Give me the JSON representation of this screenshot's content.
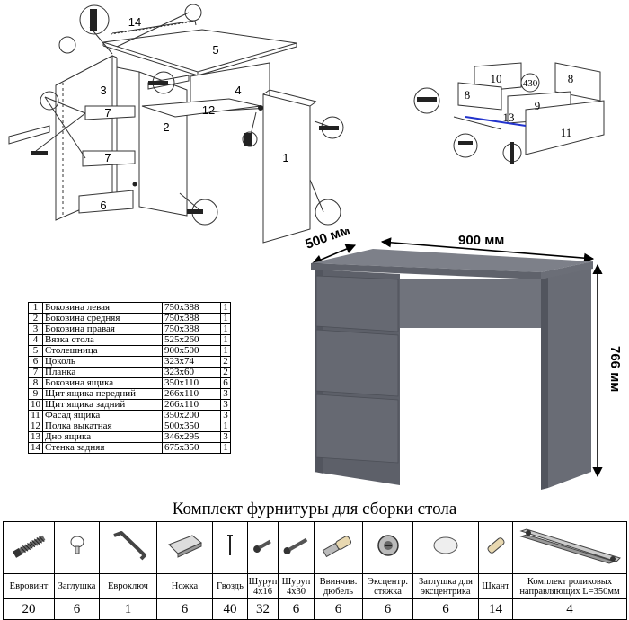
{
  "diagram": {
    "part_labels": [
      "1",
      "2",
      "3",
      "4",
      "5",
      "6",
      "7",
      "7",
      "12",
      "14"
    ],
    "drawer_labels": [
      "8",
      "8",
      "9",
      "10",
      "11",
      "13",
      "430"
    ]
  },
  "dimensions": {
    "depth": "500 мм",
    "width": "900 мм",
    "height": "766 мм"
  },
  "parts": [
    {
      "num": "1",
      "name": "Боковина левая",
      "size": "750x388",
      "qty": "1"
    },
    {
      "num": "2",
      "name": "Боковина средняя",
      "size": "750x388",
      "qty": "1"
    },
    {
      "num": "3",
      "name": "Боковина правая",
      "size": "750x388",
      "qty": "1"
    },
    {
      "num": "4",
      "name": "Вязка стола",
      "size": "525x260",
      "qty": "1"
    },
    {
      "num": "5",
      "name": "Столешница",
      "size": "900x500",
      "qty": "1"
    },
    {
      "num": "6",
      "name": "Цоколь",
      "size": "323x74",
      "qty": "2"
    },
    {
      "num": "7",
      "name": "Планка",
      "size": "323x60",
      "qty": "2"
    },
    {
      "num": "8",
      "name": "Боковина ящика",
      "size": "350x110",
      "qty": "6"
    },
    {
      "num": "9",
      "name": "Щит ящика передний",
      "size": "266x110",
      "qty": "3"
    },
    {
      "num": "10",
      "name": "Щит ящика задний",
      "size": "266x110",
      "qty": "3"
    },
    {
      "num": "11",
      "name": "Фасад ящика",
      "size": "350x200",
      "qty": "3"
    },
    {
      "num": "12",
      "name": "Полка выкатная",
      "size": "500x350",
      "qty": "1"
    },
    {
      "num": "13",
      "name": "Дно ящика",
      "size": "346x295",
      "qty": "3"
    },
    {
      "num": "14",
      "name": "Стенка задняя",
      "size": "675x350",
      "qty": "1"
    }
  ],
  "hardware": {
    "title": "Комплект фурнитуры для сборки стола",
    "items": [
      {
        "icon": "screw-icon",
        "name1": "Евровинт",
        "name2": "",
        "count": "20"
      },
      {
        "icon": "cap-icon",
        "name1": "Заглушка",
        "name2": "",
        "count": "6"
      },
      {
        "icon": "hex-key-icon",
        "name1": "Евроключ",
        "name2": "",
        "count": "1"
      },
      {
        "icon": "foot-icon",
        "name1": "Ножка",
        "name2": "",
        "count": "6"
      },
      {
        "icon": "nail-icon",
        "name1": "Гвоздь",
        "name2": "",
        "count": "40"
      },
      {
        "icon": "screw-small-icon",
        "name1": "Шуруп",
        "name2": "4x16",
        "count": "32"
      },
      {
        "icon": "screw-long-icon",
        "name1": "Шуруп",
        "name2": "4x30",
        "count": "6"
      },
      {
        "icon": "dowel-screw-icon",
        "name1": "Ввинчив.",
        "name2": "дюбель",
        "count": "6"
      },
      {
        "icon": "cam-lock-icon",
        "name1": "Эксцентр.",
        "name2": "стяжка",
        "count": "6"
      },
      {
        "icon": "cam-cap-icon",
        "name1": "Заглушка для",
        "name2": "эксцентрика",
        "count": "6"
      },
      {
        "icon": "dowel-icon",
        "name1": "Шкант",
        "name2": "",
        "count": "14"
      },
      {
        "icon": "drawer-slide-icon",
        "name1": "Комплект роликовых",
        "name2": "направляющих L=350мм",
        "count": "4"
      }
    ]
  }
}
